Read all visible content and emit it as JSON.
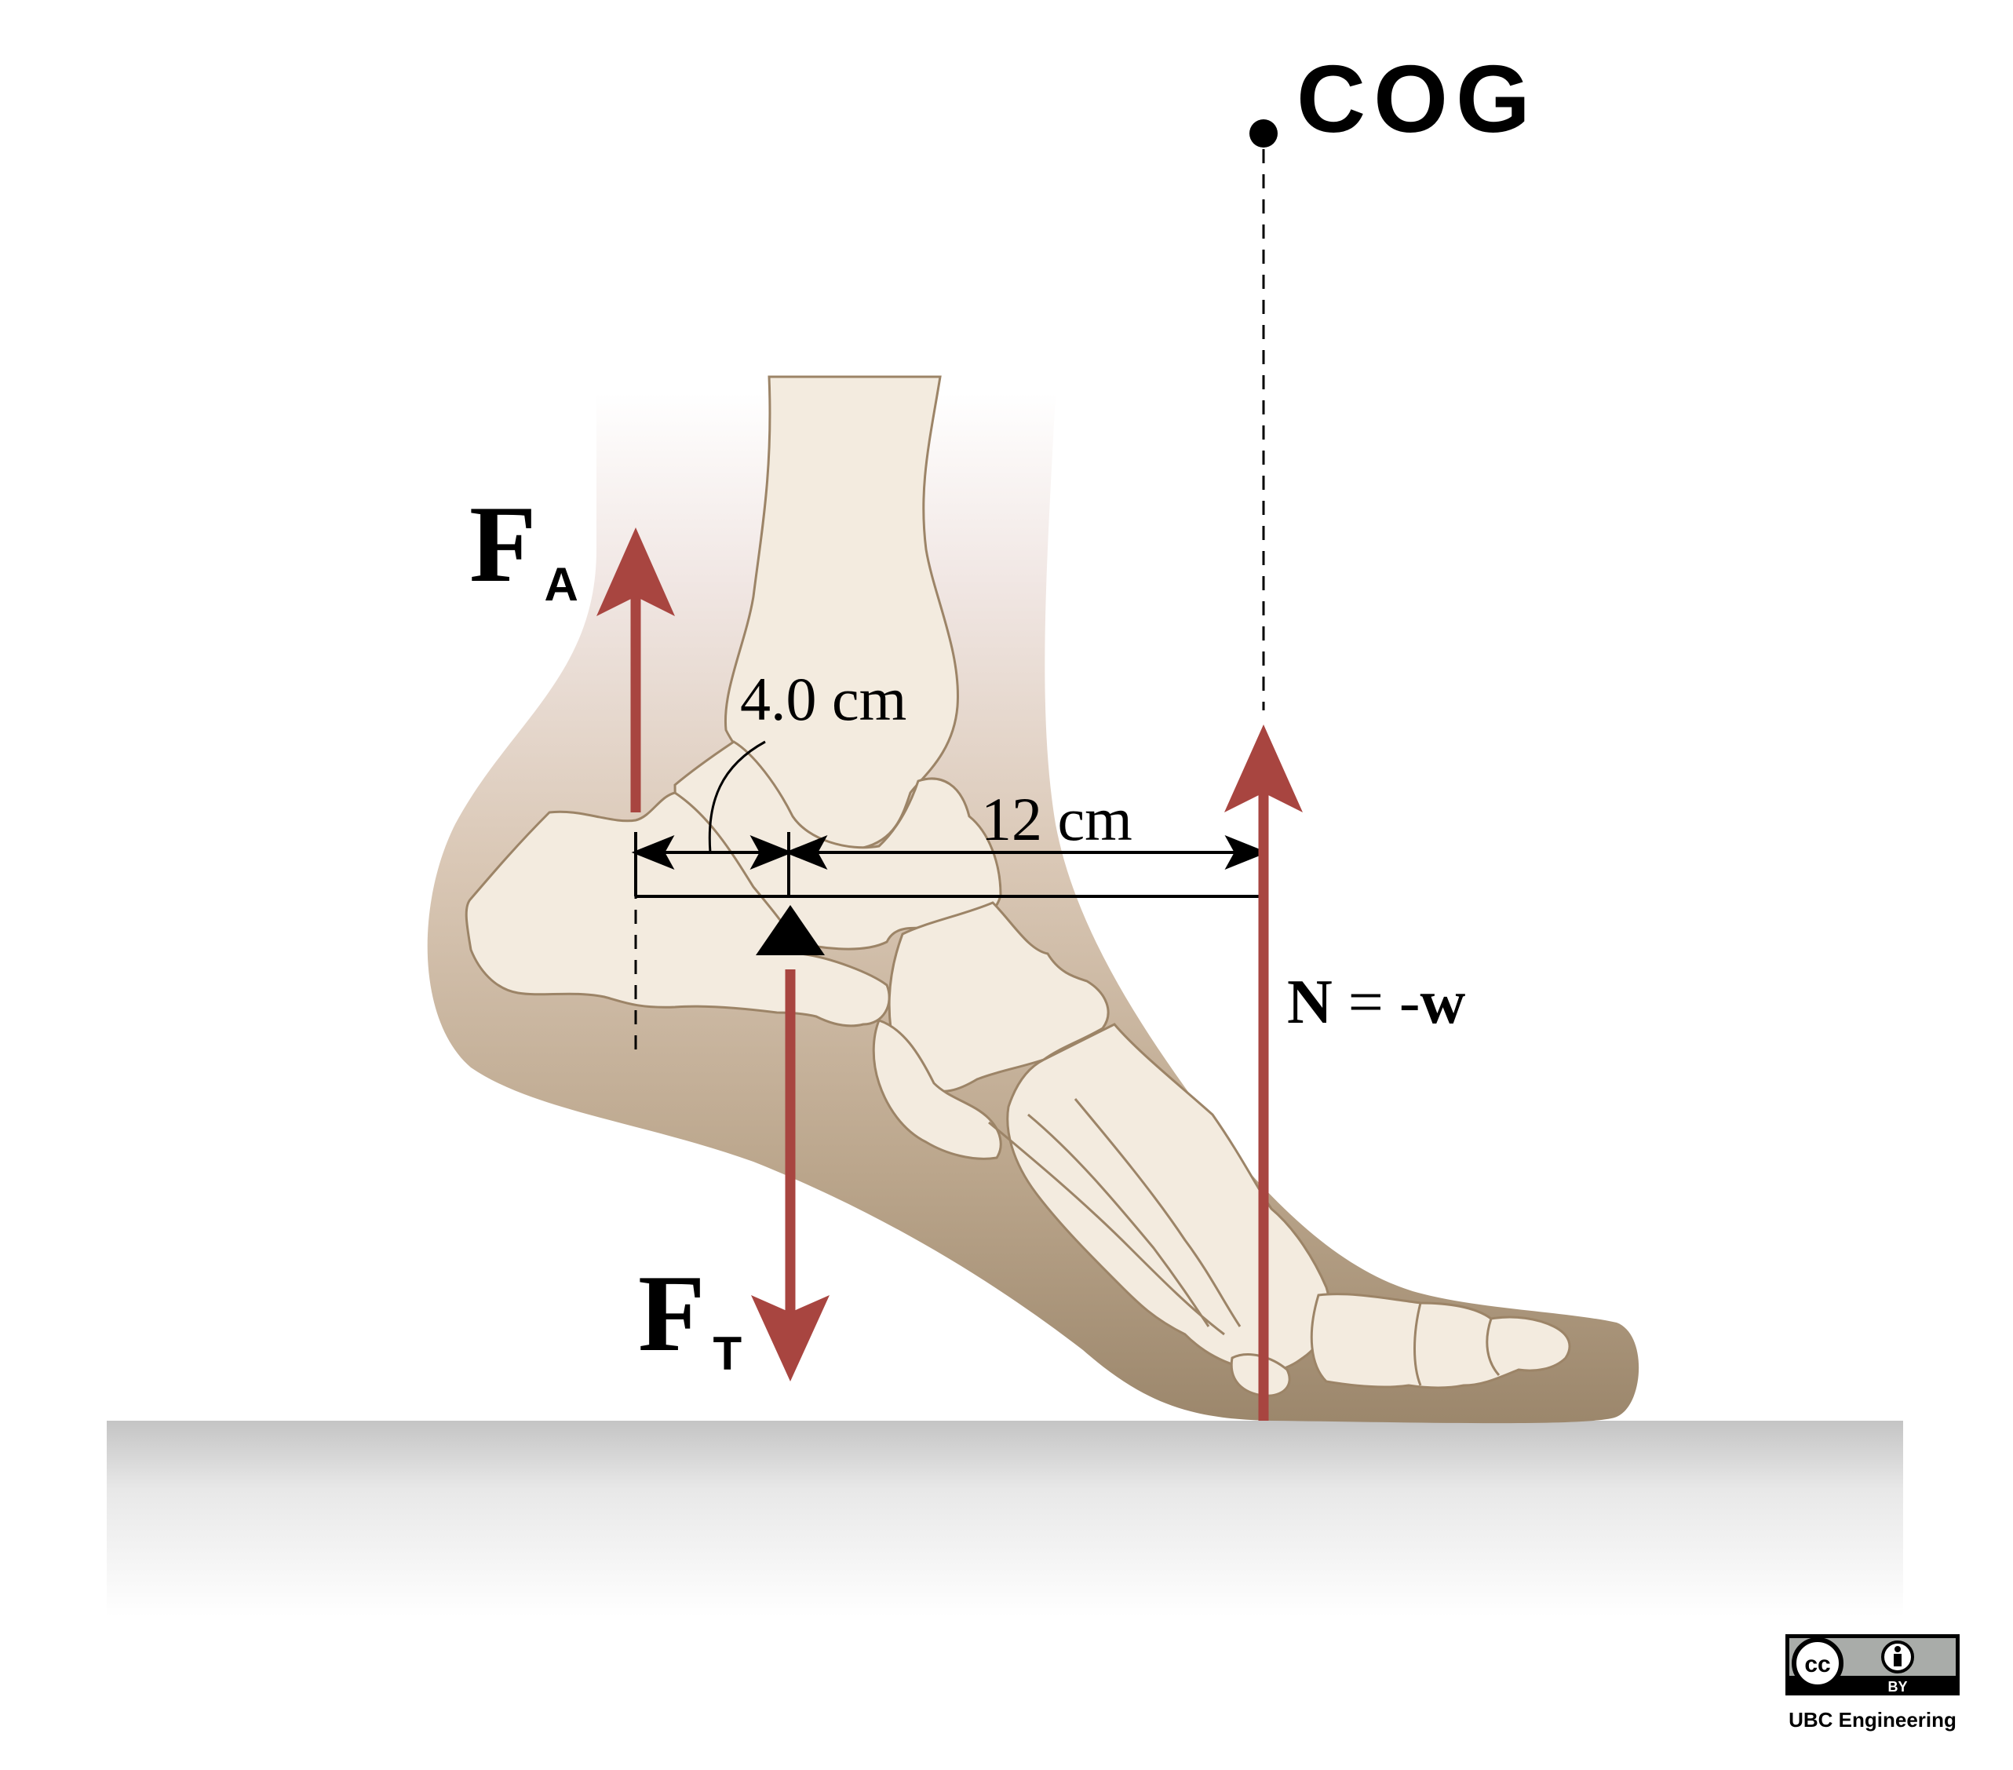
{
  "diagram": {
    "cog_label": "COG",
    "fa_main": "F",
    "fa_sub": "A",
    "ft_main": "F",
    "ft_sub": "T",
    "dim_small": "4.0 cm",
    "dim_large": "12 cm",
    "normal_n": "N",
    "normal_eq": " = -",
    "normal_w": "w"
  },
  "license": {
    "cc_text": "cc",
    "by_text": "BY",
    "credit": "UBC Engineering"
  },
  "colors": {
    "force_arrow": "#a84540",
    "bone_fill": "#f3ebdf",
    "bone_outline": "#9c8467",
    "skin_dark": "#9b866b",
    "ground": "#c8c8c8",
    "ink": "#000000"
  }
}
